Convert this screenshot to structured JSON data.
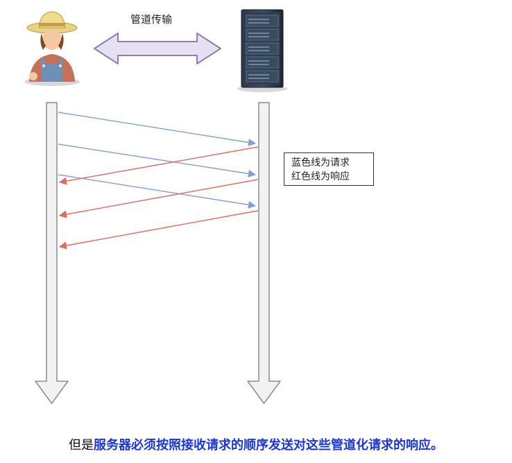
{
  "diagram": {
    "transport_label": "管道传输",
    "legend": {
      "line1": "蓝色线为请求",
      "line2": "红色线为响应"
    },
    "colors": {
      "request": "#7f9fd6",
      "response": "#e06a60",
      "double_arrow_fill": "#e7e0f2",
      "double_arrow_stroke": "#8a7fb0",
      "lifeline_fill": "#f2f2f2",
      "lifeline_stroke": "#8c8c8c"
    },
    "icons": {
      "client": "farmer-person-icon",
      "server": "server-rack-icon"
    }
  },
  "caption": {
    "prefix": "但是",
    "emphasis": "服务器必须按照接收请求的顺序发送对这些管道化请求的响应",
    "suffix": "。"
  }
}
